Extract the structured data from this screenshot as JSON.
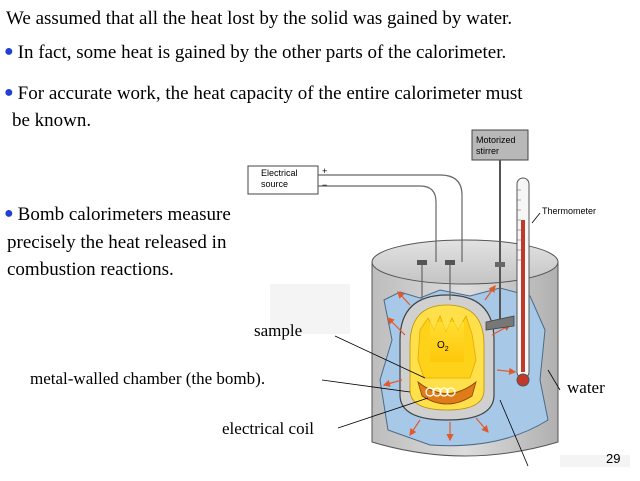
{
  "slide": {
    "line1": "We assumed that all the heat lost by the solid was gained by water.",
    "bullets": [
      "In fact, some heat is gained by the other parts of the calorimeter.",
      "For accurate work, the heat capacity of the entire calorimeter must",
      "be known.",
      "Bomb calorimeters measure",
      "precisely the heat released in",
      "combustion reactions."
    ],
    "page_number": "29"
  },
  "diagram": {
    "electrical_source_line1": "Electrical",
    "electrical_source_line2": "source",
    "plus": "+",
    "minus": "−",
    "motorized_line1": "Motorized",
    "motorized_line2": "stirrer",
    "thermometer": "Thermometer",
    "o2": "O",
    "o2_sub": "2",
    "sample": "sample",
    "chamber": "metal-walled chamber (the bomb).",
    "water": "water",
    "coil": "electrical coil"
  },
  "colors": {
    "bullet": "#1f3fd6",
    "water": "#a8c8e8",
    "metal": "#c8c8c8",
    "flame": "#ffd21a",
    "arrow": "#e05a2a"
  }
}
